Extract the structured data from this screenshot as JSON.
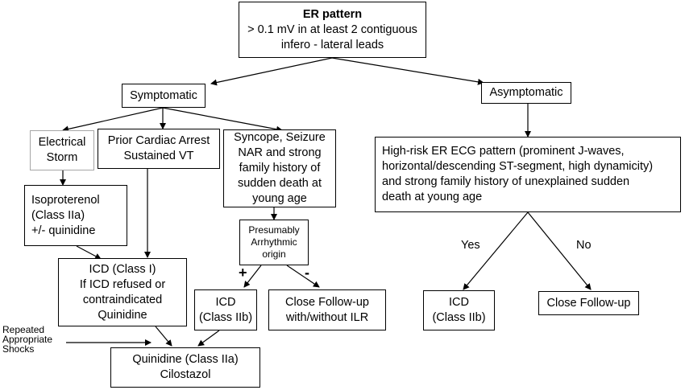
{
  "boxes": {
    "er_pattern": {
      "title": "ER pattern",
      "lines": [
        "> 0.1 mV in at least 2 contiguous",
        "infero - lateral leads"
      ]
    },
    "symptomatic": {
      "lines": [
        "Symptomatic"
      ]
    },
    "asymptomatic": {
      "lines": [
        "Asymptomatic"
      ]
    },
    "electrical_storm": {
      "lines": [
        "Electrical",
        "Storm"
      ]
    },
    "prior_arrest": {
      "lines": [
        "Prior Cardiac Arrest",
        "Sustained VT"
      ]
    },
    "syncope": {
      "lines": [
        "Syncope, Seizure",
        "NAR and strong",
        "family history of",
        "sudden death at",
        "young age"
      ]
    },
    "high_risk": {
      "lines": [
        "High-risk ER ECG pattern (prominent J-waves,",
        "horizontal/descending ST-segment, high dynamicity)",
        "and strong family history of unexplained sudden",
        "death at young age"
      ]
    },
    "isoproterenol": {
      "lines": [
        "Isoproterenol",
        "(Class IIa)",
        "+/- quinidine"
      ]
    },
    "presumably": {
      "lines": [
        "Presumably",
        "Arrhythmic",
        "origin"
      ]
    },
    "icd_class1": {
      "lines": [
        "ICD (Class I)",
        "If ICD refused or",
        "contraindicated",
        "Quinidine"
      ]
    },
    "icd_iib_left": {
      "lines": [
        "ICD",
        "(Class IIb)"
      ]
    },
    "close_followup_ilr": {
      "lines": [
        "Close Follow-up",
        "with/without ILR"
      ]
    },
    "quinidine": {
      "lines": [
        "Quinidine (Class IIa)",
        "Cilostazol"
      ]
    },
    "icd_iib_right": {
      "lines": [
        "ICD",
        "(Class IIb)"
      ]
    },
    "close_followup": {
      "lines": [
        "Close Follow-up"
      ]
    }
  },
  "labels": {
    "yes": "Yes",
    "no": "No",
    "plus": "+",
    "minus": "-",
    "repeated_shocks": [
      "Repeated",
      "Appropriate",
      "Shocks"
    ]
  },
  "colors": {
    "line": "#000000",
    "box_border": "#000000",
    "grey_border": "#a6a6a6",
    "background": "#ffffff"
  }
}
